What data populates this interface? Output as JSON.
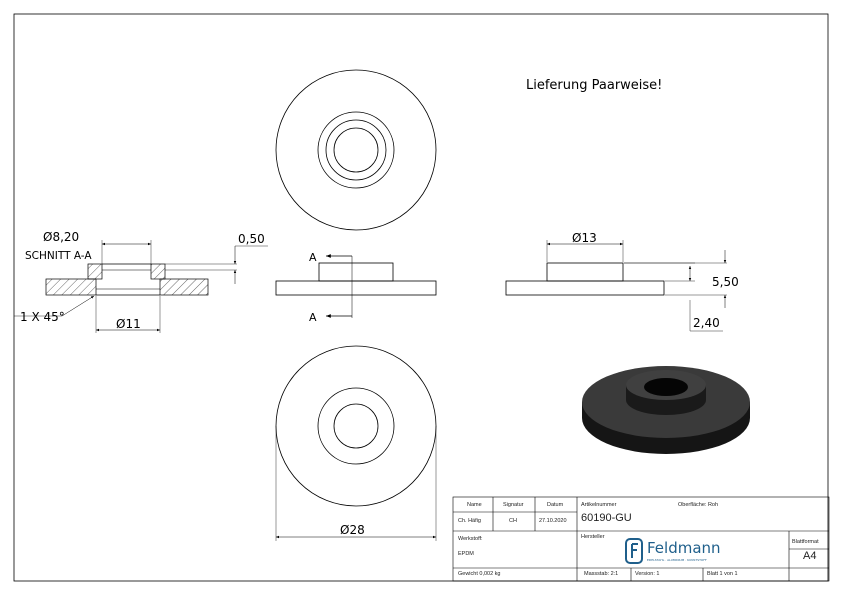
{
  "drawing": {
    "note": "Lieferung Paarweise!",
    "section_title": "SCHNITT A-A",
    "section_marker": "A",
    "dims": {
      "inner_dia": "Ø8,20",
      "chamfer_depth": "0,50",
      "chamfer": "1 X 45°",
      "hole_dia": "Ø11",
      "boss_dia": "Ø13",
      "height": "5,50",
      "base_height": "2,40",
      "outer_dia": "Ø28"
    }
  },
  "title_block": {
    "name_label": "Name",
    "signature_label": "Signatur",
    "date_label": "Datum",
    "name": "Ch. Häfig",
    "signature": "CH",
    "date": "27.10.2020",
    "article_label": "Artikelnummer",
    "article": "60190-GU",
    "surface": "Oberfläche: Roh",
    "material_label": "Werkstoff:",
    "material": "EPDM",
    "manufacturer_label": "Hersteller",
    "logo_text": "Feldmann",
    "logo_tagline": "EDELSTAHL · ALUMINIUM · KUNSTSTOFF",
    "format_label": "Blattformat",
    "format": "A4",
    "weight": "Gewicht 0,002 kg",
    "scale": "Massstab: 2:1",
    "version": "Version: 1",
    "sheet": "Blatt 1 von 1"
  },
  "colors": {
    "line": "#000000",
    "part_dark": "#1c1c1c",
    "part_mid": "#3a3a3a"
  }
}
